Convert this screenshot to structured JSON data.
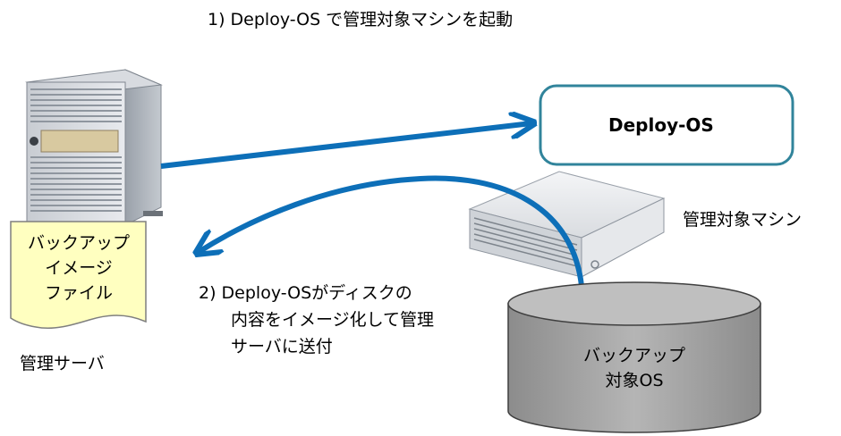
{
  "diagram": {
    "step1_caption": "1) Deploy-OS で管理対象マシンを起動",
    "deploy_os_box_label": "Deploy-OS",
    "managed_machine_label": "管理対象マシン",
    "management_server_label": "管理サーバ",
    "backup_image_file_lines": [
      "バックアップ",
      "イメージ",
      "ファイル"
    ],
    "step2_caption_lines": [
      "2) Deploy-OSがディスクの",
      "内容をイメージ化して管理",
      "サーバに送付"
    ],
    "backup_target_os_lines": [
      "バックアップ",
      "対象OS"
    ],
    "colors": {
      "arrow_blue": "#0d6fb8",
      "box_border": "#31849b",
      "document_fill": "#ffffc0",
      "cylinder_fill": "#a6a6a6",
      "cylinder_top": "#bfbfbf"
    },
    "icons": [
      "tower-server-icon",
      "rack-server-icon",
      "document-icon",
      "disk-cylinder-icon"
    ]
  }
}
